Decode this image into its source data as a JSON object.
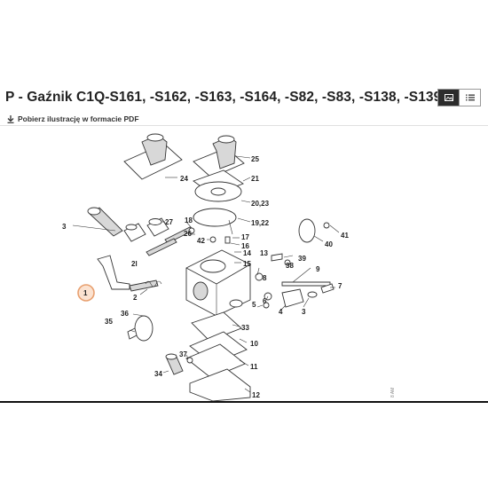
{
  "header": {
    "title": "P - Gaźnik C1Q-S161, -S162, -S163, -S164, -S82, -S83, -S138, -S139",
    "view_toggle": {
      "image_view_icon": "image-icon",
      "list_view_icon": "list-icon"
    }
  },
  "download": {
    "label": "Pobierz ilustrację w formacie PDF",
    "icon": "download-icon"
  },
  "diagram": {
    "labels": [
      "25",
      "24",
      "21",
      "20,23",
      "19,22",
      "18",
      "26",
      "27",
      "42",
      "17",
      "16",
      "14",
      "15",
      "13",
      "39",
      "38",
      "40",
      "41",
      "3",
      "2",
      "1",
      "36",
      "35",
      "8",
      "9",
      "7",
      "6",
      "5",
      "4",
      "3",
      "33",
      "10",
      "11",
      "37",
      "34",
      "12",
      "2l"
    ],
    "highlight_color": "#e8a070",
    "selected_part": "1",
    "side_text": "8 AM"
  },
  "colors": {
    "accent": "#f39c5a",
    "toggle_active": "#2c2c2c"
  }
}
